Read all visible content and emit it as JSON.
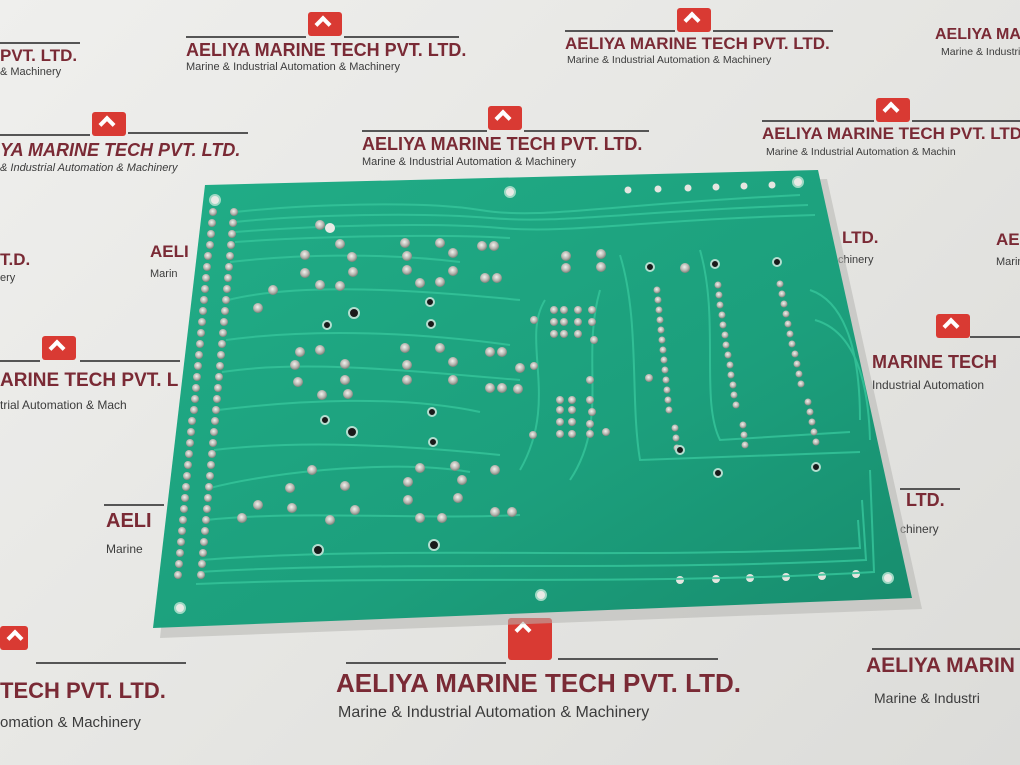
{
  "scene": {
    "description": "Bottom (solder side) of a green printed circuit board lying on a white branded backdrop",
    "board_color": "#1fa682",
    "trace_color": "#2fbf95",
    "solder_color": "#c9c9c4",
    "backdrop_color": "#ebebe9"
  },
  "watermark": {
    "company": "AELIYA MARINE TECH PVT. LTD.",
    "tagline": "Marine & Industrial Automation & Machinery",
    "logo_color": "#d93a33",
    "title_color": "#7a2a35",
    "partial_labels": [
      "PVT. LTD.",
      "& Machinery",
      "AELIYA MARINE TECH PVT. LTD.",
      "Marine & Industrial Automation & Machinery",
      "AELIYA MARINE TECH PVT. LTD.",
      "Marine & Industrial Automation & Machinery",
      "AELIYA MARINE TECH PVT. LTD.",
      "Marine & Industrial Automation & Machinery",
      "AELIYA MARINE TECH PVT. LTD.",
      "Marine & Industrial Automation & Machinery",
      "AELIYA MARINE TECH PVT. LTD.",
      "Marine & Industrial Automation & Machinery",
      "AELIYA MARINE TECH PVT. LTD.",
      "Marine & Industrial Automation & Machinery"
    ]
  },
  "labels": {
    "wm1_title": "PVT. LTD.",
    "wm1_sub": "& Machinery",
    "wm2_title": "AELIYA MARINE TECH PVT. LTD.",
    "wm2_sub": "Marine & Industrial Automation & Machinery",
    "wm3_title": "AELIYA MARINE TECH PVT. LTD.",
    "wm3_sub": "Marine & Industrial Automation & Machinery",
    "wm4_title": "AELIYA MARINE",
    "wm4_sub": "Marine & Industri",
    "wm5_title": "YA MARINE TECH PVT. LTD.",
    "wm5_sub": "& Industrial Automation & Machinery",
    "wm6_title": "AELIYA MARINE TECH PVT. LTD.",
    "wm6_sub": "Marine & Industrial Automation & Machinery",
    "wm7_title": "AELIYA MARINE TECH PVT. LTD.",
    "wm7_sub": "Marine & Industrial Automation & Machin",
    "wm8_title": "ARINE TECH PVT. L",
    "wm8_sub": "trial Automation & Mach",
    "wm9_title": "MARINE TECH",
    "wm9_sub": "Industrial Automation",
    "wm10_title": "TECH PVT. LTD.",
    "wm10_sub": "omation & Machinery",
    "wm11_title": "AELIYA MARINE TECH PVT. LTD.",
    "wm11_sub": "Marine & Industrial Automation & Machinery",
    "wm12_title": "AELIYA MARIN",
    "wm12_sub": "Marine & Industri",
    "wm13_title": "AELI",
    "wm13_sub": "Marine",
    "wm14_title": "LTD.",
    "wm14_sub": "chinery",
    "wm15_title": "T.D.",
    "wm15_sub": "ery",
    "wm16_title": "AELI",
    "wm16_sub": "Marin",
    "wm17_title": "LTD.",
    "wm17_sub": "chinery",
    "wm18_title": "AELIYA",
    "wm18_sub": "Marine &"
  }
}
